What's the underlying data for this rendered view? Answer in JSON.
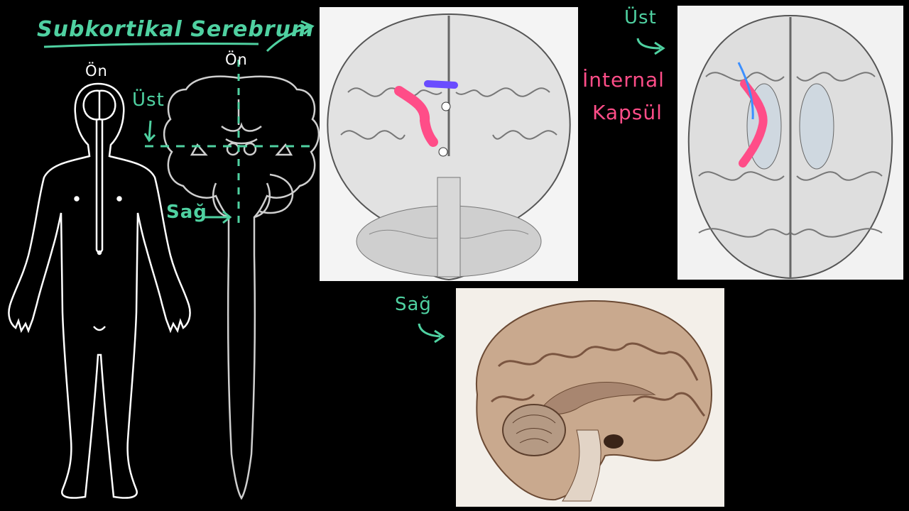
{
  "labels": {
    "title": "Subkortikal Serebrum",
    "front_body": "Ön",
    "front_brain": "Ön",
    "top_body": "Üst",
    "right_body": "Sağ",
    "top_axial": "Üst",
    "internal": "İnternal",
    "capsule": "Kapsül",
    "right_sagittal": "Sağ"
  },
  "colors": {
    "annotation_green": "#4fd1a1",
    "highlight_pink": "#ff4d88",
    "highlight_purple": "#6a4cff",
    "outline": "#ffffff",
    "background": "#000000"
  },
  "images": {
    "coronal": "coronal-brain-section-illustration",
    "axial": "axial-brain-section-illustration",
    "sagittal": "sagittal-brain-section-illustration"
  }
}
